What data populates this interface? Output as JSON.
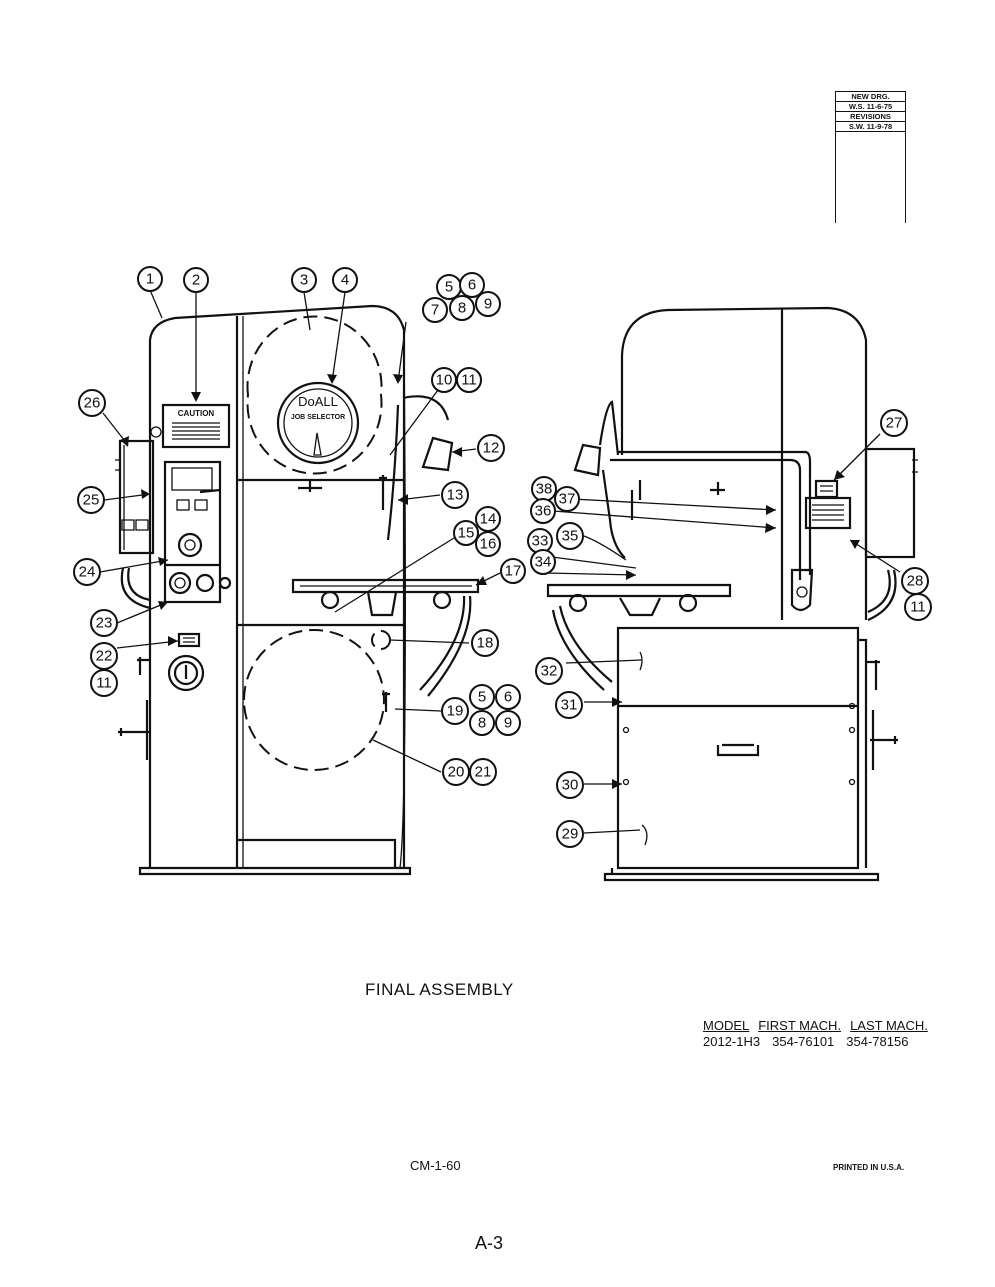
{
  "revision_block": {
    "rows": [
      "NEW DRG.",
      "W.S. 11-6-75",
      "REVISIONS",
      "S.W. 11-9-78"
    ]
  },
  "machine_labels": {
    "caution": "CAUTION",
    "brand": "DoALL",
    "selector": "JOB SELECTOR"
  },
  "callouts": {
    "c1": "1",
    "c2": "2",
    "c3": "3",
    "c4": "4",
    "c5": "5",
    "c6": "6",
    "c7": "7",
    "c8": "8",
    "c9": "9",
    "c10": "10",
    "c11": "11",
    "c12": "12",
    "c13": "13",
    "c14": "14",
    "c15": "15",
    "c16": "16",
    "c17": "17",
    "c18": "18",
    "c19": "19",
    "c20": "20",
    "c21": "21",
    "c22": "22",
    "c23": "23",
    "c24": "24",
    "c25": "25",
    "c26": "26",
    "c27": "27",
    "c28": "28",
    "c29": "29",
    "c30": "30",
    "c31": "31",
    "c32": "32",
    "c33": "33",
    "c34": "34",
    "c35": "35",
    "c36": "36",
    "c37": "37",
    "c38": "38"
  },
  "title": "FINAL ASSEMBLY",
  "model_table": {
    "headers": [
      "MODEL",
      "FIRST MACH.",
      "LAST MACH."
    ],
    "row": [
      "2012-1H3",
      "354-76101",
      "354-78156"
    ]
  },
  "drawing_code": "CM-1-60",
  "printed": "PRINTED IN U.S.A.",
  "page_number": "A-3"
}
